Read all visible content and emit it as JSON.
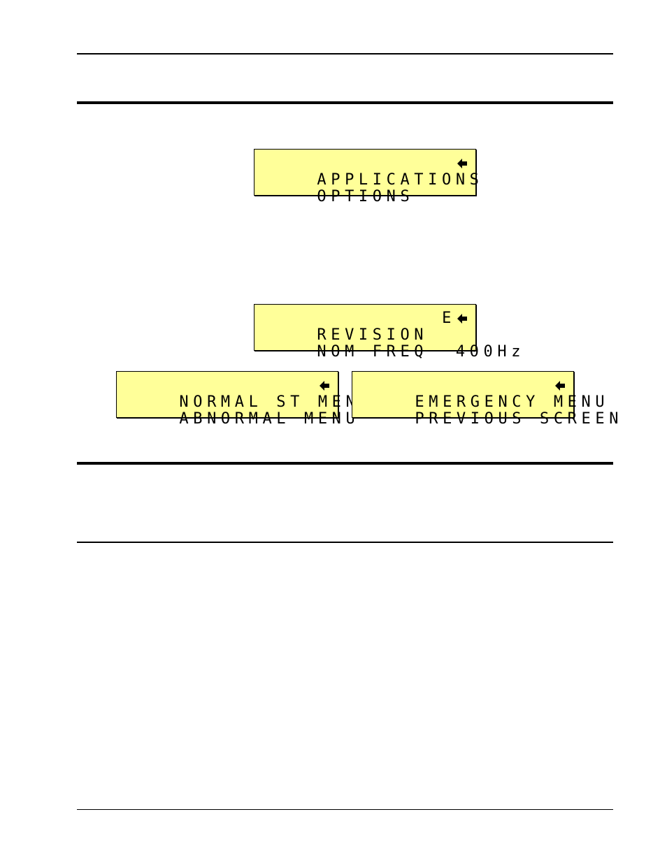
{
  "displays": [
    {
      "id": "applications-options",
      "line1": "APPLICATIONS",
      "line2": "OPTIONS",
      "arrow_icon": "left-arrow-icon"
    },
    {
      "id": "revision-nomfreq",
      "line1": "REVISION",
      "line1_suffix": "E",
      "line2": "NOM FREQ  400Hz",
      "arrow_icon": "left-arrow-icon"
    },
    {
      "id": "normal-abnormal",
      "line1": "NORMAL ST MENU",
      "line2": "ABNORMAL MENU",
      "arrow_icon": "left-arrow-icon"
    },
    {
      "id": "emergency-previous",
      "line1": "EMERGENCY MENU",
      "line2": "PREVIOUS SCREEN",
      "arrow_icon": "left-arrow-icon"
    }
  ],
  "colors": {
    "lcd_background": "#ffff99",
    "lcd_text": "#000000",
    "rule": "#000000"
  }
}
